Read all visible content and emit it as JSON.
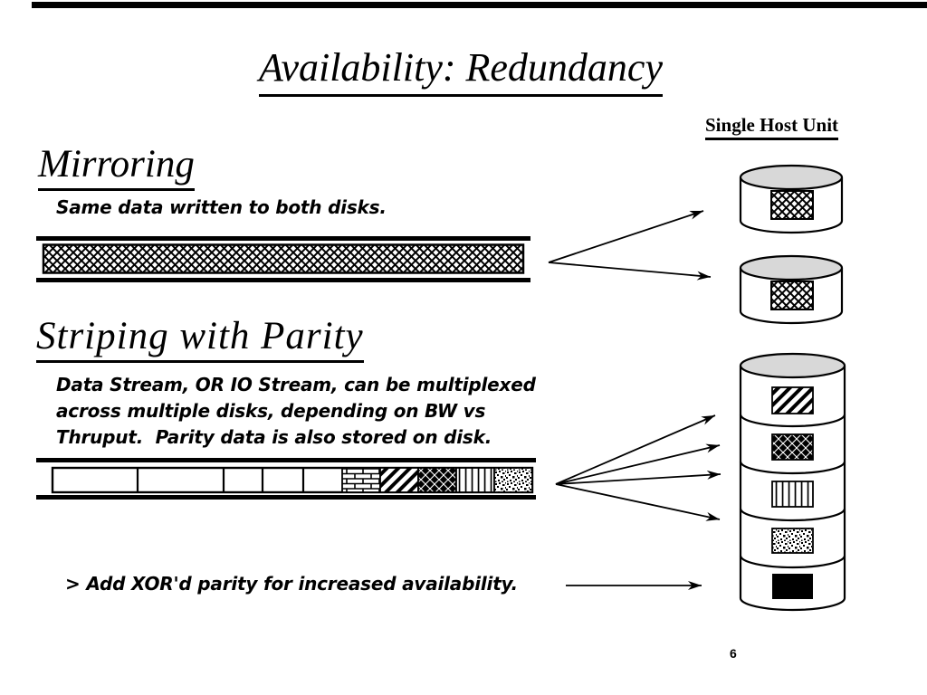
{
  "slide": {
    "title": "Availability: Redundancy",
    "host_label": "Single Host Unit",
    "page_number": "6",
    "mirroring": {
      "heading": "Mirroring",
      "caption": "Same data written to both disks.",
      "bar_pattern": "crosshatch",
      "disk_patterns": [
        "crosshatch",
        "crosshatch"
      ]
    },
    "striping": {
      "heading": "Striping with Parity",
      "caption": "Data Stream, OR IO Stream, can be multiplexed\nacross multiple disks, depending on BW vs\nThruput.  Parity data is also stored on disk.",
      "note": "> Add XOR'd parity for increased availability.",
      "stripe_segments": [
        "blank",
        "blank",
        "blank",
        "blank",
        "blank",
        "brick",
        "diagonal-stripes",
        "diamonds",
        "vertical-lines",
        "speckle"
      ],
      "disk_stack_patterns": [
        "diagonal-stripes",
        "diamonds",
        "vertical-lines",
        "speckle",
        "solid-black"
      ]
    },
    "colors": {
      "background": "#ffffff",
      "ink": "#000000",
      "disk_top": "#d8d8d8"
    }
  }
}
